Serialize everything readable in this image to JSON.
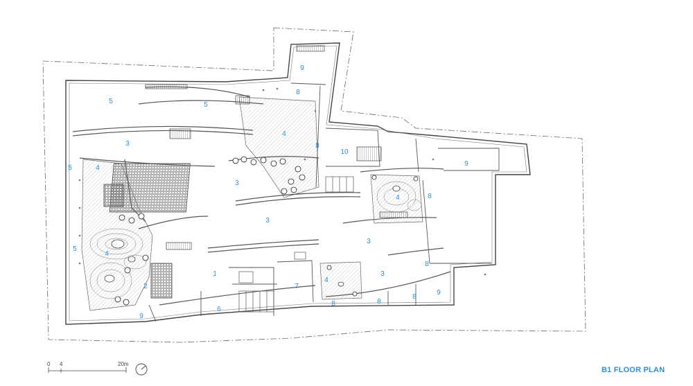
{
  "title": "B1 FLOOR PLAN",
  "scale_bar": {
    "ticks": [
      "0",
      "4",
      "20m"
    ]
  },
  "colors": {
    "accent": "#2a8fd6",
    "line": "#555555",
    "hatch": "#cfcfcf"
  },
  "icons": {
    "north_arrow": "north-arrow-icon"
  },
  "rooms": [
    {
      "label": "9"
    },
    {
      "label": "5"
    },
    {
      "label": "5"
    },
    {
      "label": "8"
    },
    {
      "label": "4"
    },
    {
      "label": "3"
    },
    {
      "label": "8"
    },
    {
      "label": "10"
    },
    {
      "label": "9"
    },
    {
      "label": "5"
    },
    {
      "label": "4"
    },
    {
      "label": "3"
    },
    {
      "label": "4"
    },
    {
      "label": "8"
    },
    {
      "label": "3"
    },
    {
      "label": "5"
    },
    {
      "label": "3"
    },
    {
      "label": "4"
    },
    {
      "label": "8"
    },
    {
      "label": "1"
    },
    {
      "label": "7"
    },
    {
      "label": "4"
    },
    {
      "label": "3"
    },
    {
      "label": "2"
    },
    {
      "label": "6"
    },
    {
      "label": "8"
    },
    {
      "label": "8"
    },
    {
      "label": "8"
    },
    {
      "label": "9"
    },
    {
      "label": "9"
    }
  ]
}
